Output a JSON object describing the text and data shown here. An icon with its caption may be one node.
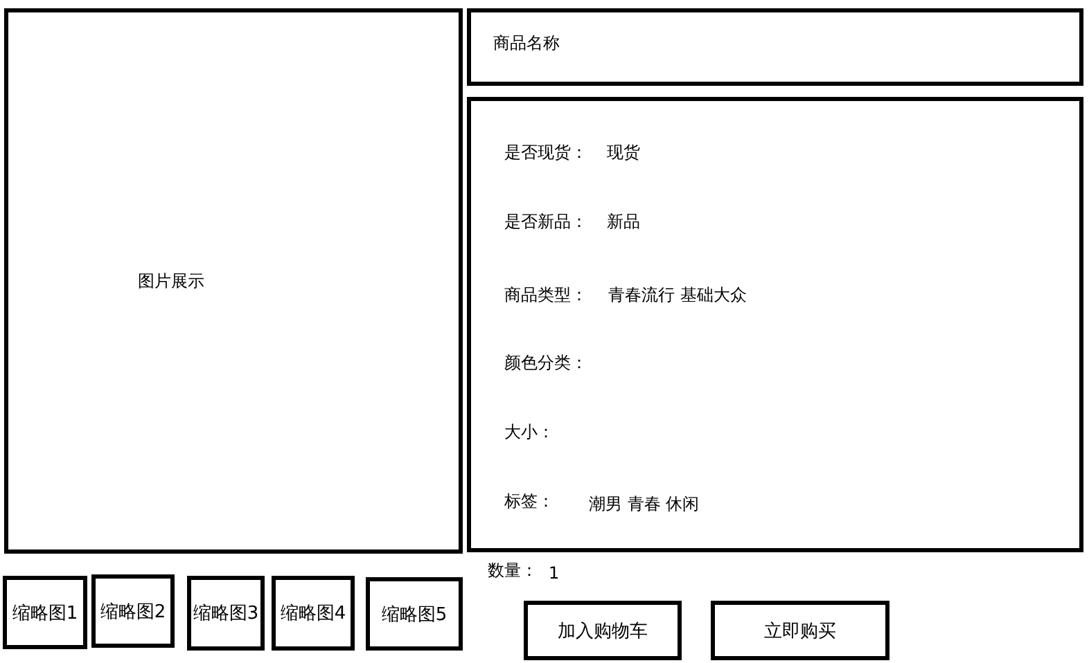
{
  "diagram": {
    "nodes": [
      {
        "text": [
          "图片展示"
        ]
      },
      {
        "text": [
          "商品名称"
        ]
      },
      {
        "text": [
          "是否现货：",
          "现货",
          "是否新品：",
          "新品",
          "商品类型：",
          "青春流行 基础大众",
          "颜色分类：",
          "大小：",
          "标签：",
          "潮男 青春 休闲"
        ]
      },
      {
        "text": [
          "缩略图1"
        ]
      },
      {
        "text": [
          "缩略图2"
        ]
      },
      {
        "text": [
          "缩略图3"
        ]
      },
      {
        "text": [
          "缩略图4"
        ]
      },
      {
        "text": [
          "缩略图5"
        ]
      },
      {
        "text": [
          "加入购物车"
        ]
      },
      {
        "text": [
          "立即购买"
        ]
      }
    ],
    "edges": [],
    "labels": [
      "数量：",
      "1"
    ]
  }
}
